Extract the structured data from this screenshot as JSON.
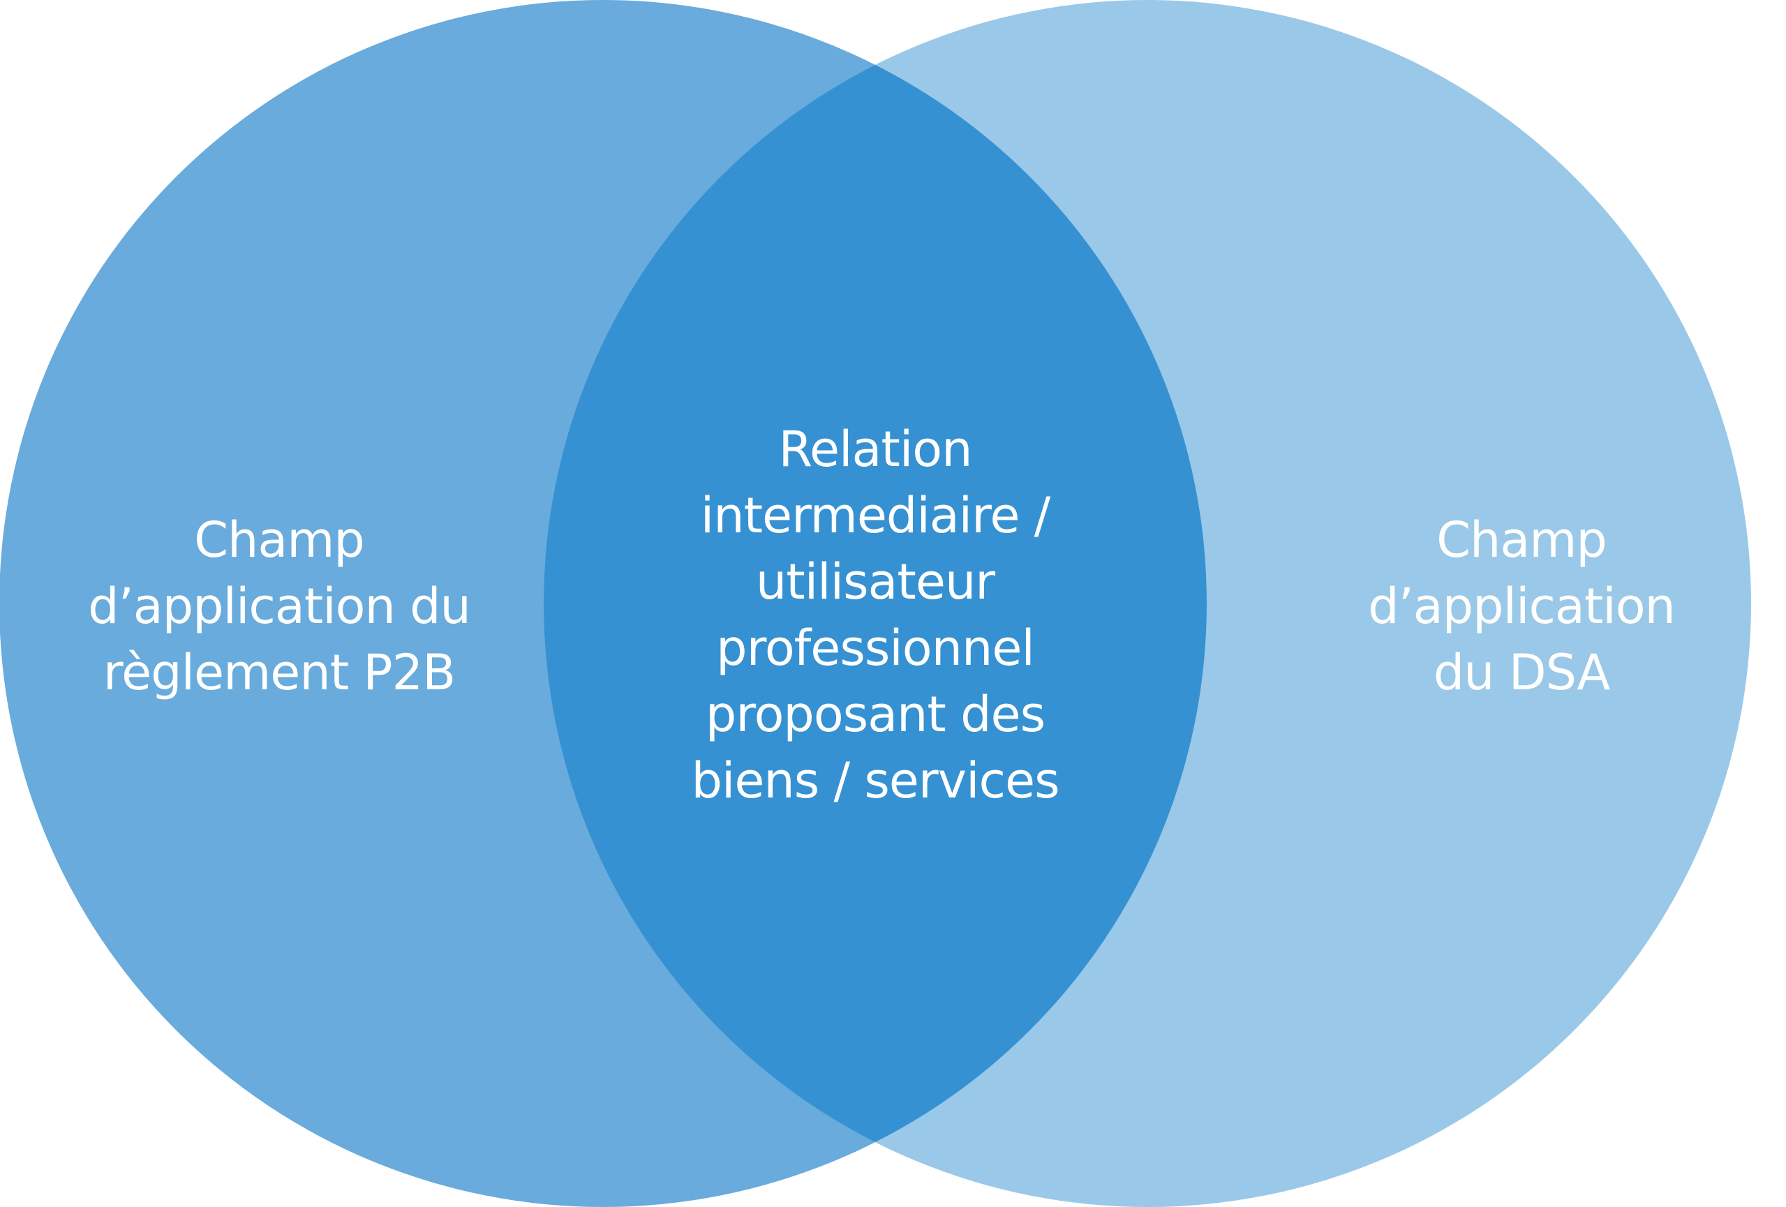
{
  "diagram": {
    "type": "venn",
    "sets": [
      {
        "id": "p2b",
        "label_lines": [
          "Champ",
          "d’application du",
          "règlement P2B"
        ],
        "color": "#68ABDC"
      },
      {
        "id": "dsa",
        "label_lines": [
          "Champ",
          "d’application",
          "du DSA"
        ],
        "color": "#9AC8E8"
      }
    ],
    "intersection": {
      "label_lines": [
        "Relation",
        "intermediaire /",
        "utilisateur",
        "professionnel",
        "proposant des",
        "biens / services"
      ],
      "color": "#3591D2"
    },
    "text_color": "#FFFFFF",
    "background": "#FFFFFF"
  }
}
